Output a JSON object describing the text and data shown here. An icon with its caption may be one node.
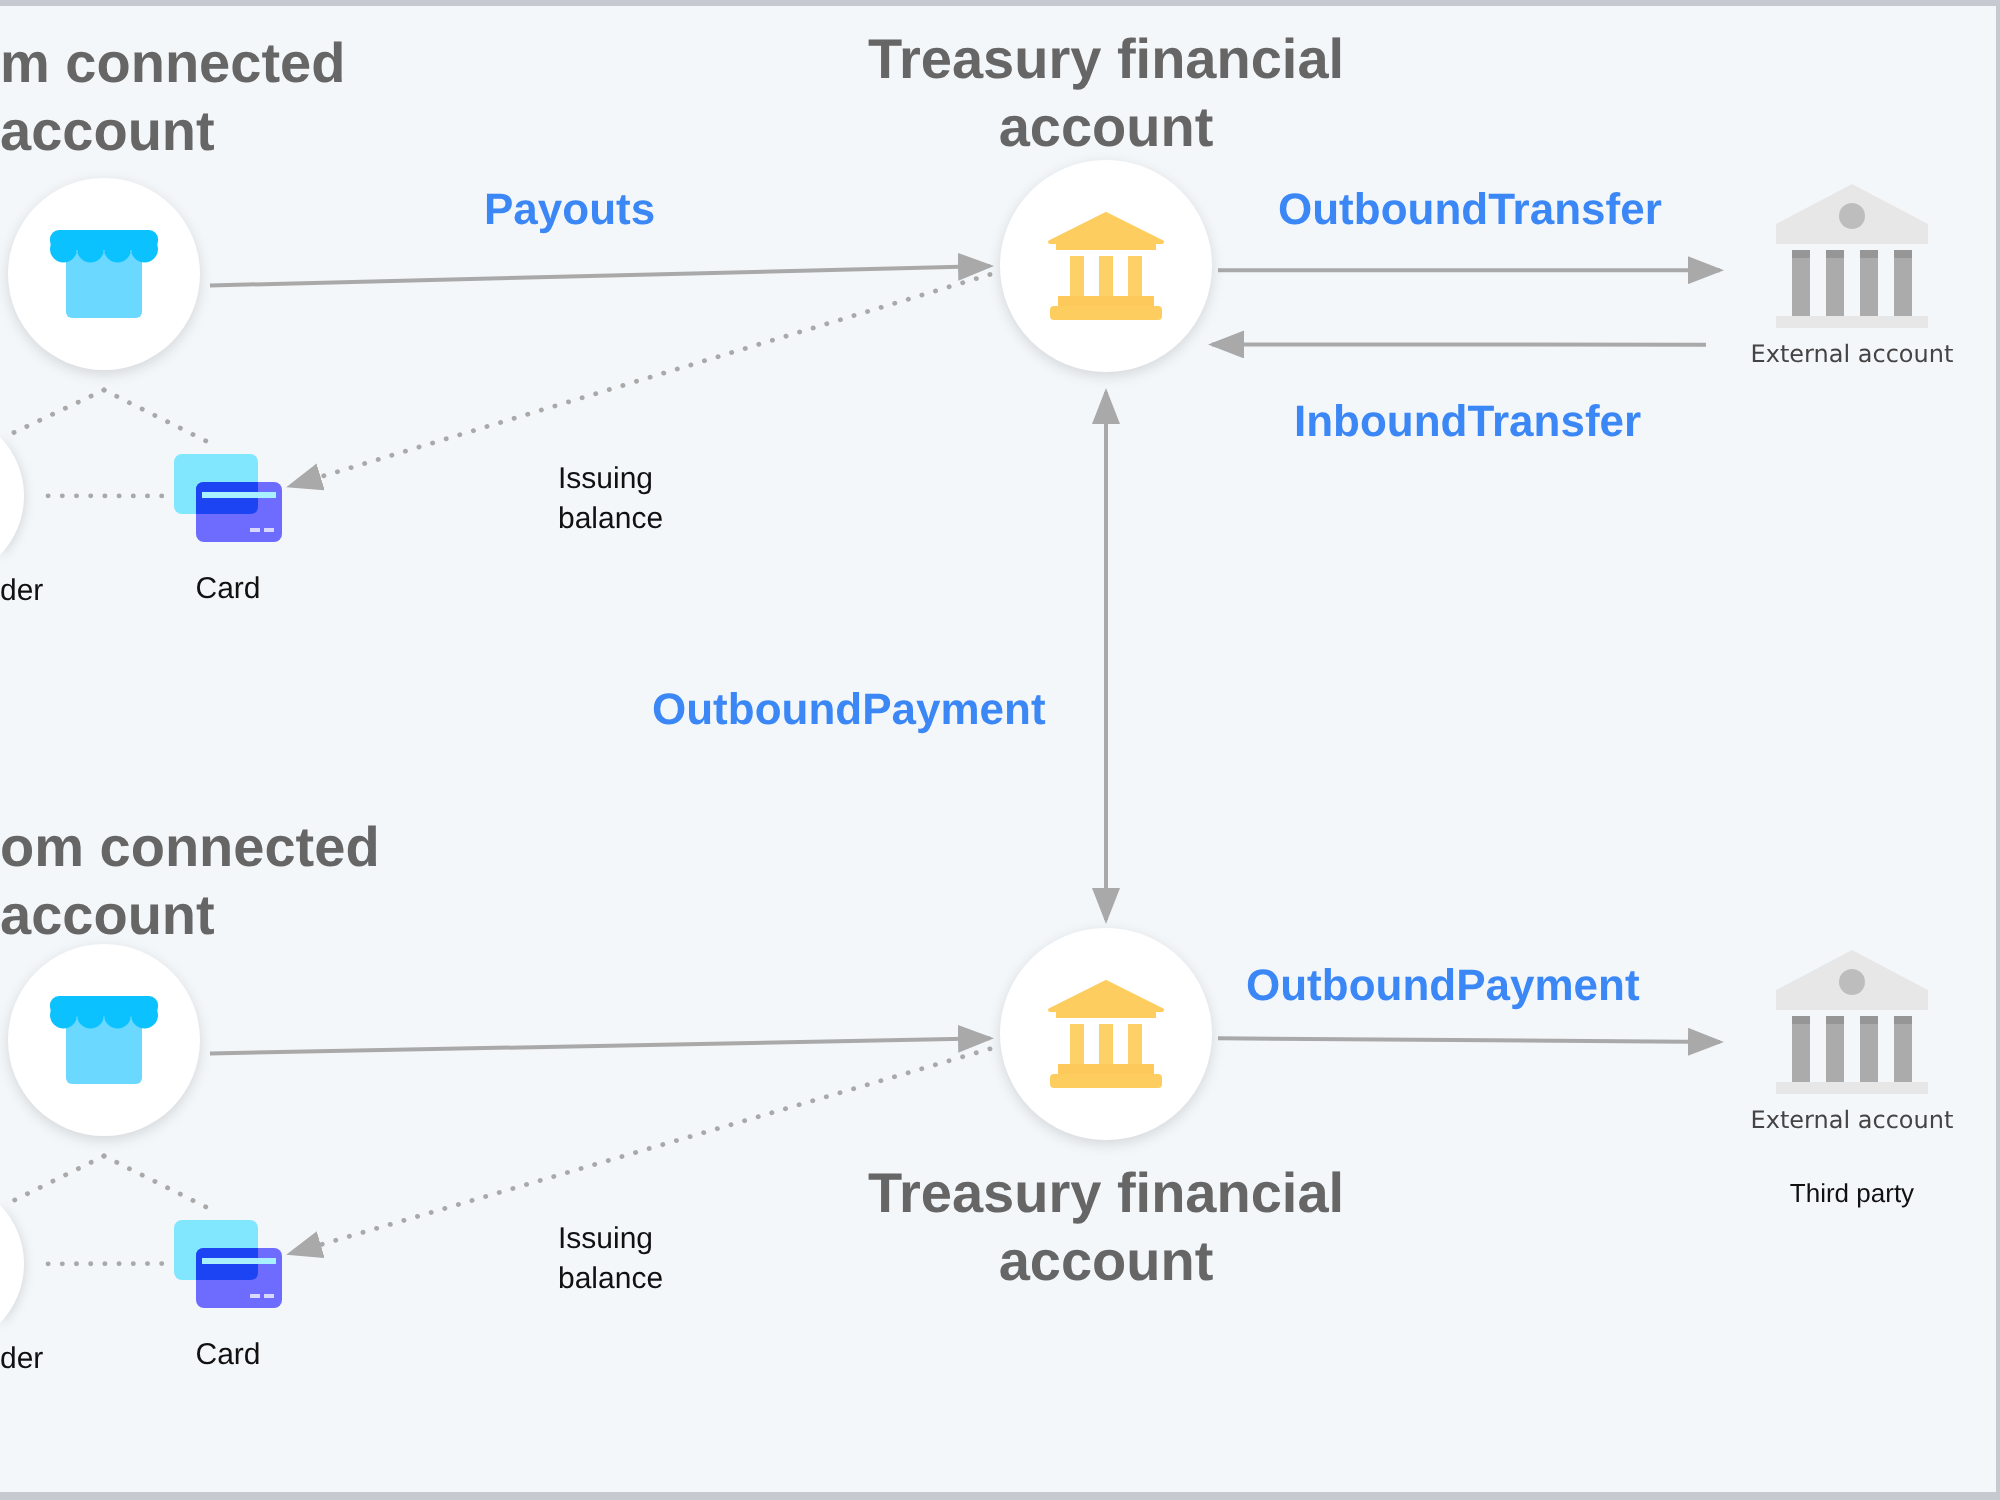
{
  "diagram": {
    "nodes": [
      {
        "text": [
          "m connected account"
        ]
      },
      {
        "text": [
          "Treasury financial account"
        ]
      },
      {
        "text": [
          "External account"
        ]
      },
      {
        "text": [
          "der"
        ]
      },
      {
        "text": [
          "Card"
        ]
      },
      {
        "text": [
          "om connected account"
        ]
      },
      {
        "text": [
          "Treasury financial account"
        ]
      },
      {
        "text": [
          "External account"
        ],
        "beside": [
          "Third party"
        ]
      },
      {
        "text": [
          "der"
        ]
      },
      {
        "text": [
          "Card"
        ]
      }
    ],
    "edges": [
      {
        "from": 0,
        "to": 1,
        "arrow": "to",
        "label": "Payouts"
      },
      {
        "from": 1,
        "to": 2,
        "arrow": "to",
        "label": "OutboundTransfer"
      },
      {
        "from": 2,
        "to": 1,
        "arrow": "to",
        "label": "InboundTransfer"
      },
      {
        "from": 1,
        "to": 4,
        "arrow": "to",
        "label": "Issuing balance",
        "style": "dashed"
      },
      {
        "from": 0,
        "to": 3,
        "arrow": "none",
        "style": "dashed"
      },
      {
        "from": 0,
        "to": 4,
        "arrow": "none",
        "style": "dashed"
      },
      {
        "from": 3,
        "to": 4,
        "arrow": "none",
        "style": "dashed"
      },
      {
        "from": 1,
        "to": 6,
        "arrow": "both",
        "label": "OutboundPayment"
      },
      {
        "from": 5,
        "to": 6,
        "arrow": "to"
      },
      {
        "from": 6,
        "to": 7,
        "arrow": "to",
        "label": "OutboundPayment"
      },
      {
        "from": 6,
        "to": 9,
        "arrow": "to",
        "label": "Issuing balance",
        "style": "dashed"
      },
      {
        "from": 5,
        "to": 8,
        "arrow": "none",
        "style": "dashed"
      },
      {
        "from": 5,
        "to": 9,
        "arrow": "none",
        "style": "dashed"
      },
      {
        "from": 8,
        "to": 9,
        "arrow": "none",
        "style": "dashed"
      }
    ]
  }
}
